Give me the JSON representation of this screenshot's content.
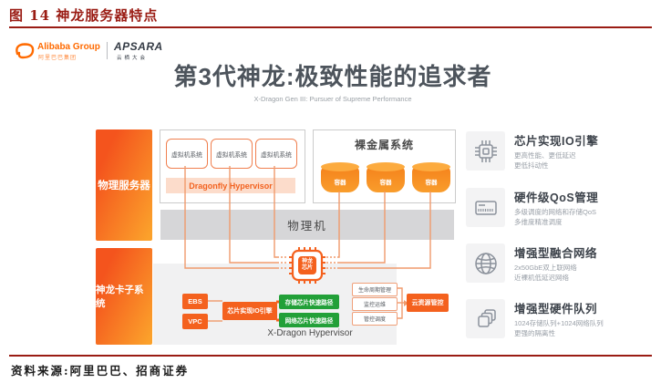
{
  "figure": {
    "title": "图 14 神龙服务器特点",
    "source": "资料来源:阿里巴巴、招商证券"
  },
  "slide": {
    "logo": {
      "alibaba": "Alibaba Group",
      "alibaba_cn": "阿里巴巴集团",
      "apsara": "APSARA",
      "apsara_cn": "云栖大会"
    },
    "title": "第3代神龙:极致性能的追求者",
    "subtitle": "X-Dragon Gen III: Pursuer of Supreme Performance"
  },
  "diagram": {
    "left_label_top": "物理服务器",
    "left_label_bottom": "神龙卡子系统",
    "vm_systems": [
      "虚拟机系统",
      "虚拟机系统",
      "虚拟机系统"
    ],
    "dragonfly": "Dragonfly Hypervisor",
    "bare_metal_title": "裸金属系统",
    "containers": [
      "容器",
      "容器",
      "容器"
    ],
    "physical_machine": "物理机",
    "chip": {
      "line1": "神龙",
      "line2": "芯片"
    },
    "ebs": "EBS",
    "vpc": "VPC",
    "io_engine": "芯片实现IO引擎",
    "fast_path_storage": "存储芯片快速路径",
    "fast_path_network": "网络芯片快速路径",
    "xdragon_hypervisor": "X-Dragon Hypervisor",
    "mgmt_boxes": [
      "生命周期管理",
      "监控运维",
      "管控调度"
    ],
    "cloud_control": "云资源管控"
  },
  "features": [
    {
      "icon": "chip-icon",
      "title": "芯片实现IO引擎",
      "desc1": "更高性能、更低延迟",
      "desc2": "更低抖动性"
    },
    {
      "icon": "qos-icon",
      "title": "硬件级QoS管理",
      "desc1": "多级调度的网络和存储QoS",
      "desc2": "多维度精准调度"
    },
    {
      "icon": "network-icon",
      "title": "增强型融合网络",
      "desc1": "2x50GbE双上联网络",
      "desc2": "近裸机低延迟网络"
    },
    {
      "icon": "queue-icon",
      "title": "增强型硬件队列",
      "desc1": "1024存储队列+1024网络队列",
      "desc2": "更强的隔离性"
    }
  ],
  "colors": {
    "accent_orange": "#f4611e",
    "light_orange_line": "#f09a6c",
    "green": "#22a038",
    "dark_red": "#9a1c14",
    "gray_bar": "#d6d6d8"
  }
}
